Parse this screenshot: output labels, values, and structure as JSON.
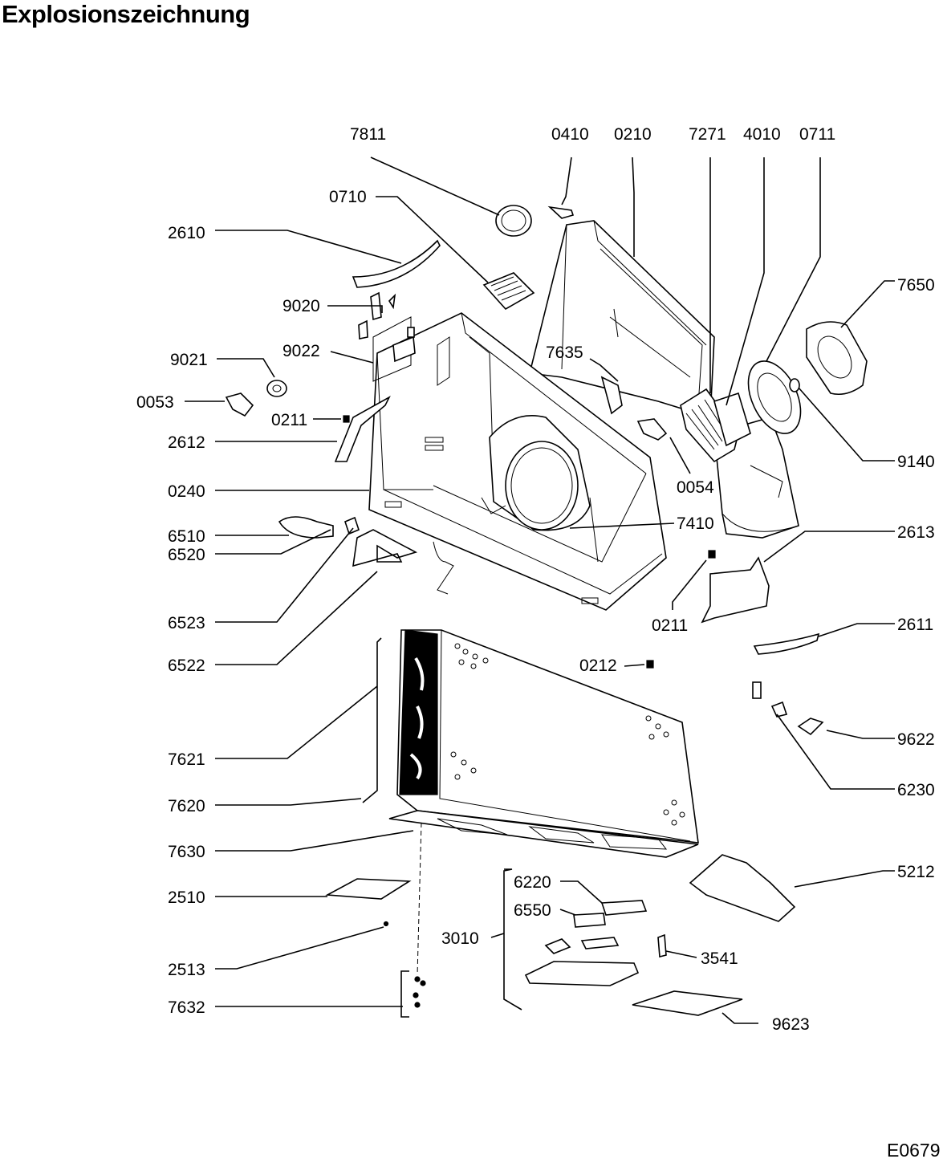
{
  "title": "Explosionszeichnung",
  "drawing_code": "E0679",
  "labels": [
    {
      "id": "7811",
      "text": "7811"
    },
    {
      "id": "0410",
      "text": "0410"
    },
    {
      "id": "0210",
      "text": "0210"
    },
    {
      "id": "7271",
      "text": "7271"
    },
    {
      "id": "4010",
      "text": "4010"
    },
    {
      "id": "0711",
      "text": "0711"
    },
    {
      "id": "0710",
      "text": "0710"
    },
    {
      "id": "2610",
      "text": "2610"
    },
    {
      "id": "7650",
      "text": "7650"
    },
    {
      "id": "9020",
      "text": "9020"
    },
    {
      "id": "9022",
      "text": "9022"
    },
    {
      "id": "7635",
      "text": "7635"
    },
    {
      "id": "9021",
      "text": "9021"
    },
    {
      "id": "0053",
      "text": "0053"
    },
    {
      "id": "0211a",
      "text": "0211"
    },
    {
      "id": "2612",
      "text": "2612"
    },
    {
      "id": "9140",
      "text": "9140"
    },
    {
      "id": "0054",
      "text": "0054"
    },
    {
      "id": "0240",
      "text": "0240"
    },
    {
      "id": "7410",
      "text": "7410"
    },
    {
      "id": "6510",
      "text": "6510"
    },
    {
      "id": "2613",
      "text": "2613"
    },
    {
      "id": "6520",
      "text": "6520"
    },
    {
      "id": "6523",
      "text": "6523"
    },
    {
      "id": "0211b",
      "text": "0211"
    },
    {
      "id": "2611",
      "text": "2611"
    },
    {
      "id": "6522",
      "text": "6522"
    },
    {
      "id": "0212",
      "text": "0212"
    },
    {
      "id": "9622",
      "text": "9622"
    },
    {
      "id": "7621",
      "text": "7621"
    },
    {
      "id": "6230",
      "text": "6230"
    },
    {
      "id": "7620",
      "text": "7620"
    },
    {
      "id": "7630",
      "text": "7630"
    },
    {
      "id": "6220",
      "text": "6220"
    },
    {
      "id": "5212",
      "text": "5212"
    },
    {
      "id": "6550",
      "text": "6550"
    },
    {
      "id": "2510",
      "text": "2510"
    },
    {
      "id": "3010",
      "text": "3010"
    },
    {
      "id": "3541",
      "text": "3541"
    },
    {
      "id": "2513",
      "text": "2513"
    },
    {
      "id": "7632",
      "text": "7632"
    },
    {
      "id": "9623",
      "text": "9623"
    }
  ]
}
